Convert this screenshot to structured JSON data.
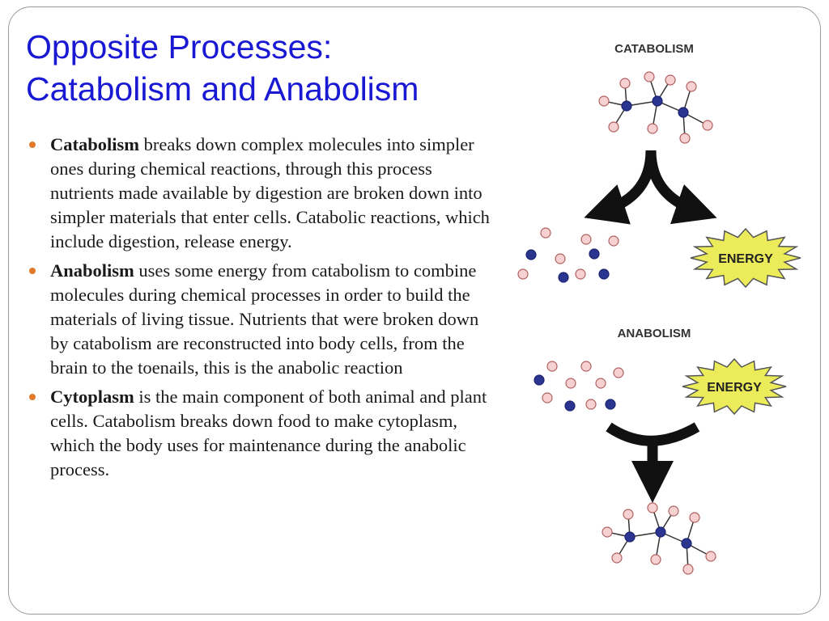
{
  "slide": {
    "title_line1": "Opposite Processes:",
    "title_line2": "Catabolism and Anabolism",
    "bullet_color": "#e07a2a",
    "title_color": "#1919d4",
    "bullets": [
      {
        "term": "Catabolism",
        "text": " breaks down complex molecules into simpler ones during chemical reactions, through this process nutrients made available by digestion are broken down into simpler materials that enter cells. Catabolic reactions, which include digestion, release energy."
      },
      {
        "term": "Anabolism",
        "text": " uses some energy from catabolism to combine molecules during chemical processes in order to build the materials of living tissue. Nutrients that were broken down by catabolism are reconstructed into body cells, from the brain to the toenails, this is the anabolic reaction"
      },
      {
        "term": "Cytoplasm",
        "text": " is the main component of both animal and plant cells. Catabolism breaks down food to make cytoplasm, which the body uses for maintenance during the anabolic process."
      }
    ]
  },
  "diagram": {
    "catabolism_label": "CATABOLISM",
    "anabolism_label": "ANABOLISM",
    "energy_label_top": "ENERGY",
    "energy_label_bottom": "ENERGY",
    "colors": {
      "dark_atom": "#2a3590",
      "light_atom": "#f7d0d2",
      "light_atom_stroke": "#b06060",
      "burst_fill": "#ecec5a",
      "arrow": "#111111"
    }
  }
}
